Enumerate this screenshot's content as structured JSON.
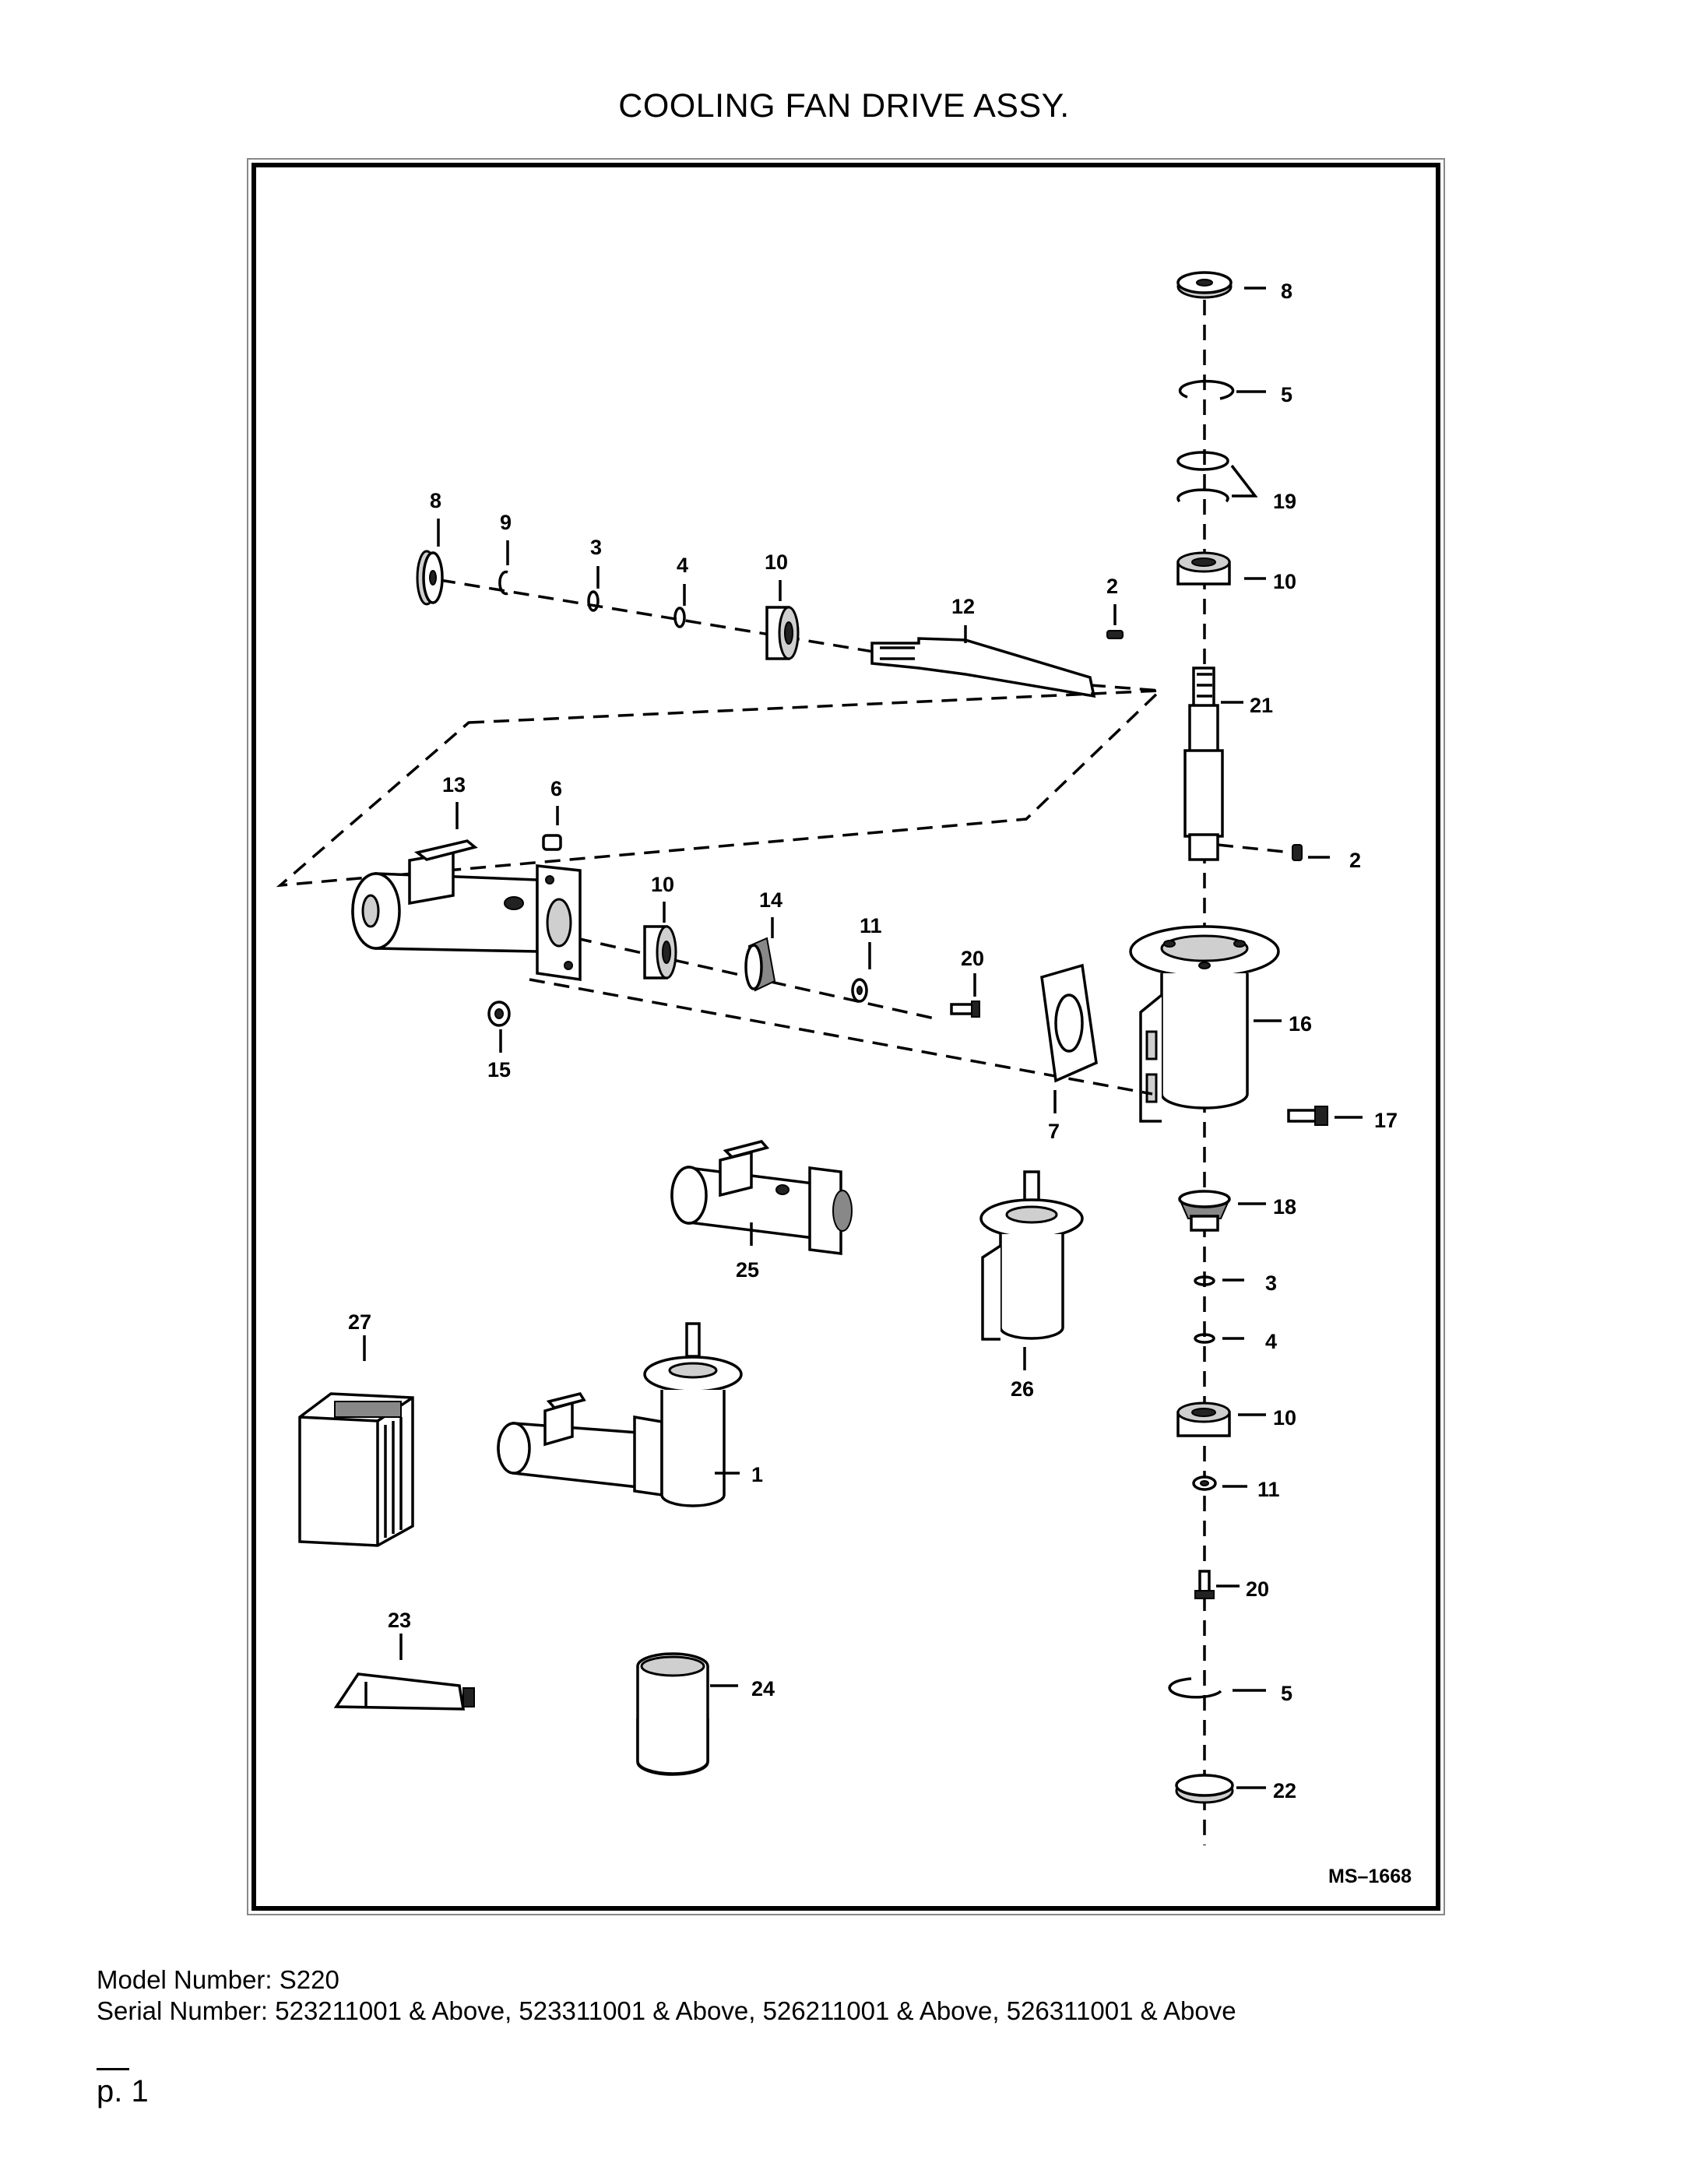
{
  "document": {
    "title": "COOLING FAN DRIVE ASSY.",
    "diagram_code": "MS–1668",
    "model_line": "Model Number: S220",
    "serial_line": "Serial Number: 523211001 & Above, 523311001 & Above, 526211001 & Above, 526311001 & Above",
    "page": "p. 1"
  },
  "callouts": {
    "c8a": "8",
    "c5a": "5",
    "c19": "19",
    "c10a": "10",
    "c21": "21",
    "c2a": "2",
    "c16": "16",
    "c17": "17",
    "c18": "18",
    "c3a": "3",
    "c4a": "4",
    "c10b": "10",
    "c11a": "11",
    "c20a": "20",
    "c5b": "5",
    "c22": "22",
    "c8b": "8",
    "c9": "9",
    "c3b": "3",
    "c4b": "4",
    "c10c": "10",
    "c12": "12",
    "c2b": "2",
    "c13": "13",
    "c6": "6",
    "c10d": "10",
    "c14": "14",
    "c11b": "11",
    "c20b": "20",
    "c15": "15",
    "c7": "7",
    "c25": "25",
    "c26": "26",
    "c27": "27",
    "c1": "1",
    "c23": "23",
    "c24": "24"
  }
}
